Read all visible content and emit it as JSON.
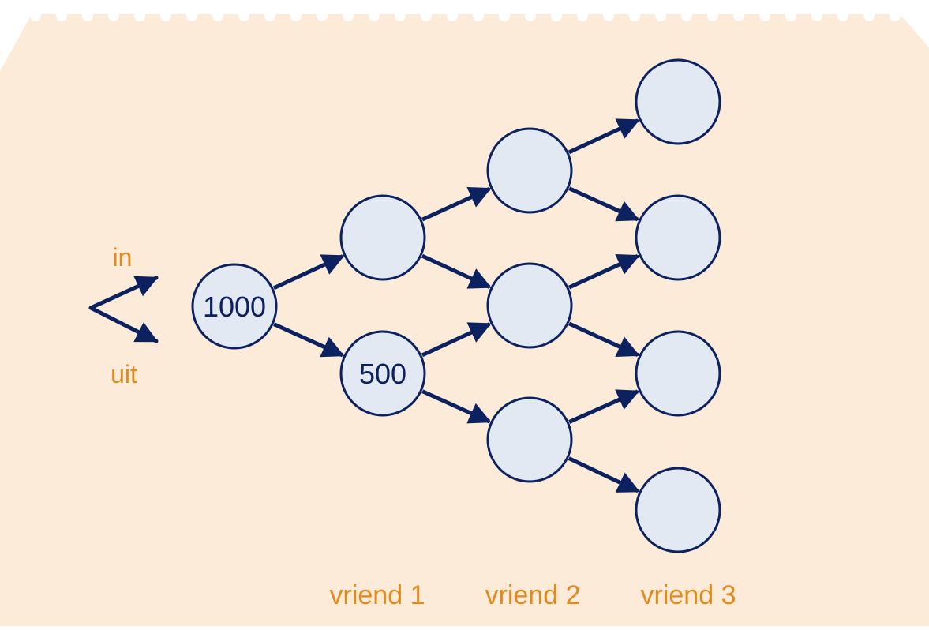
{
  "diagram": {
    "legend": {
      "in_label": "in",
      "out_label": "uit"
    },
    "nodes": [
      {
        "id": "root",
        "value": "1000",
        "column": 0
      },
      {
        "id": "f1-top",
        "value": "",
        "column": 1
      },
      {
        "id": "f1-bottom",
        "value": "500",
        "column": 1
      },
      {
        "id": "f2-top",
        "value": "",
        "column": 2
      },
      {
        "id": "f2-middle",
        "value": "",
        "column": 2
      },
      {
        "id": "f2-bottom",
        "value": "",
        "column": 2
      },
      {
        "id": "f3-1",
        "value": "",
        "column": 3
      },
      {
        "id": "f3-2",
        "value": "",
        "column": 3
      },
      {
        "id": "f3-3",
        "value": "",
        "column": 3
      },
      {
        "id": "f3-4",
        "value": "",
        "column": 3
      }
    ],
    "edges": [
      [
        "root",
        "f1-top"
      ],
      [
        "root",
        "f1-bottom"
      ],
      [
        "f1-top",
        "f2-top"
      ],
      [
        "f1-top",
        "f2-middle"
      ],
      [
        "f1-bottom",
        "f2-middle"
      ],
      [
        "f1-bottom",
        "f2-bottom"
      ],
      [
        "f2-top",
        "f3-1"
      ],
      [
        "f2-top",
        "f3-2"
      ],
      [
        "f2-middle",
        "f3-2"
      ],
      [
        "f2-middle",
        "f3-3"
      ],
      [
        "f2-bottom",
        "f3-3"
      ],
      [
        "f2-bottom",
        "f3-4"
      ]
    ],
    "column_labels": [
      "vriend 1",
      "vriend 2",
      "vriend 3"
    ]
  },
  "colors": {
    "paper": "#fdebd9",
    "node_fill": "#e3e9f3",
    "ink": "#0b2160",
    "label": "#e08a1d",
    "background": "#ffffff"
  }
}
